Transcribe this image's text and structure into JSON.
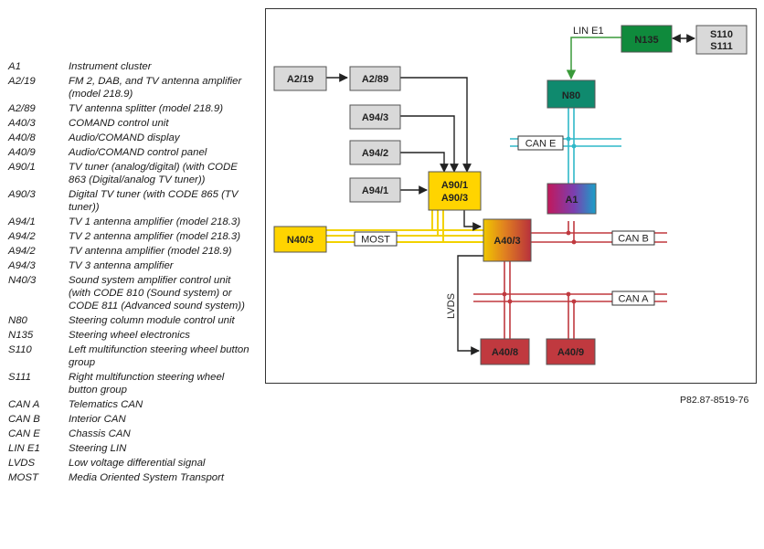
{
  "legend": [
    {
      "code": "A1",
      "desc": "Instrument cluster"
    },
    {
      "code": "A2/19",
      "desc": "FM 2, DAB, and TV antenna amplifier (model 218.9)"
    },
    {
      "code": "A2/89",
      "desc": "TV antenna splitter (model 218.9)"
    },
    {
      "code": "A40/3",
      "desc": "COMAND control unit"
    },
    {
      "code": "A40/8",
      "desc": "Audio/COMAND display"
    },
    {
      "code": "A40/9",
      "desc": "Audio/COMAND control panel"
    },
    {
      "code": "A90/1",
      "desc": "TV tuner (analog/digital) (with CODE 863 (Digital/analog TV tuner))"
    },
    {
      "code": "A90/3",
      "desc": "Digital TV tuner (with CODE 865 (TV tuner))"
    },
    {
      "code": "A94/1",
      "desc": "TV 1 antenna amplifier (model 218.3)"
    },
    {
      "code": "A94/2",
      "desc": "TV 2 antenna amplifier (model 218.3)"
    },
    {
      "code": "A94/2",
      "desc": "TV antenna amplifier (model 218.9)"
    },
    {
      "code": "A94/3",
      "desc": "TV 3 antenna amplifier"
    },
    {
      "code": "N40/3",
      "desc": "Sound system amplifier control unit (with CODE 810 (Sound system) or CODE 811 (Advanced sound system))"
    },
    {
      "code": "N80",
      "desc": "Steering column module control unit"
    },
    {
      "code": "N135",
      "desc": "Steering wheel electronics"
    },
    {
      "code": "S110",
      "desc": "Left multifunction steering wheel button group"
    },
    {
      "code": "S111",
      "desc": "Right multifunction steering wheel button group"
    },
    {
      "code": "CAN A",
      "desc": "Telematics CAN"
    },
    {
      "code": "CAN B",
      "desc": "Interior CAN"
    },
    {
      "code": "CAN E",
      "desc": "Chassis CAN"
    },
    {
      "code": "LIN E1",
      "desc": "Steering LIN"
    },
    {
      "code": "LVDS",
      "desc": "Low voltage differential signal"
    },
    {
      "code": "MOST",
      "desc": "Media Oriented System Transport"
    }
  ],
  "diagram": {
    "boxes": {
      "a2_19": "A2/19",
      "a2_89": "A2/89",
      "a94_3": "A94/3",
      "a94_2": "A94/2",
      "a94_1": "A94/1",
      "a90_1": "A90/1",
      "a90_3": "A90/3",
      "n40_3": "N40/3",
      "a40_3": "A40/3",
      "a40_8": "A40/8",
      "a40_9": "A40/9",
      "a1": "A1",
      "n80": "N80",
      "n135": "N135",
      "s110": "S110",
      "s111": "S111"
    },
    "bus_labels": {
      "lin_e1": "LIN E1",
      "can_e": "CAN E",
      "can_b": "CAN B",
      "can_a": "CAN A",
      "most": "MOST",
      "lvds": "LVDS"
    },
    "colors": {
      "gray_box": "#d9d9d9",
      "yellow_box": "#ffd400",
      "green_box": "#0f8a3c",
      "teal_box": "#0f8a6e",
      "red_box": "#c0393f",
      "most_line": "#f2d200",
      "can_line": "#c0393f",
      "can_e_line": "#2fb8c8",
      "lin_line": "#3a9a3a"
    }
  },
  "figure_ref": "P82.87-8519-76"
}
